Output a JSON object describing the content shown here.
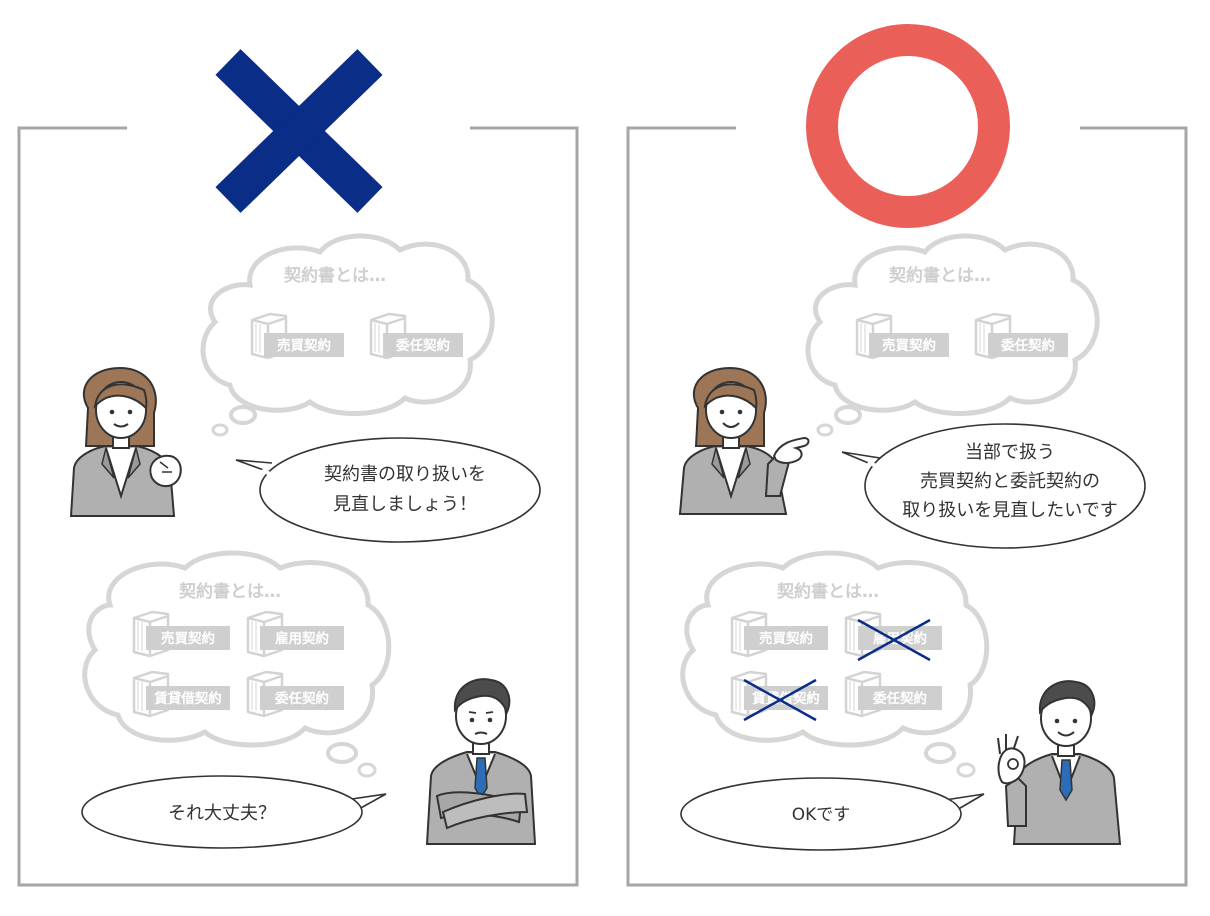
{
  "colors": {
    "cross_mark": "#0a2d88",
    "circle_mark": "#ea5f58",
    "panel_border": "#a6a6a6",
    "cloud_outline": "#d6d6d6",
    "tag_background": "#cfcfcf"
  },
  "left_panel": {
    "verdict_mark": "cross-mark",
    "top_thought": {
      "title": "契約書とは…",
      "items": [
        "売買契約",
        "委任契約"
      ]
    },
    "woman_speech": {
      "lines": [
        "契約書の取り扱いを",
        "見直しましょう！"
      ]
    },
    "bottom_thought": {
      "title": "契約書とは…",
      "items": [
        "売買契約",
        "雇用契約",
        "賃貸借契約",
        "委任契約"
      ]
    },
    "man_speech": {
      "text": "それ大丈夫？"
    }
  },
  "right_panel": {
    "verdict_mark": "circle-mark",
    "top_thought": {
      "title": "契約書とは…",
      "items": [
        "売買契約",
        "委任契約"
      ]
    },
    "woman_speech": {
      "lines": [
        "当部で扱う",
        "売買契約と委託契約の",
        "取り扱いを見直したいです"
      ]
    },
    "bottom_thought": {
      "title": "契約書とは…",
      "items": [
        "売買契約",
        "雇用契約",
        "賃貸借契約",
        "委任契約"
      ],
      "crossed_out": [
        "雇用契約",
        "賃貸借契約"
      ]
    },
    "man_speech": {
      "text": "OKです"
    }
  }
}
